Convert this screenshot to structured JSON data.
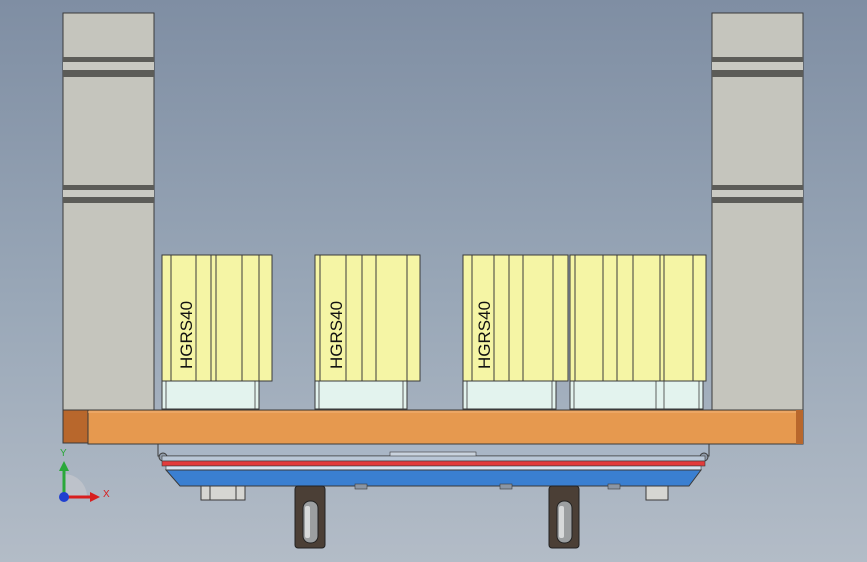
{
  "model": {
    "linear_block_label": "HGRS40"
  },
  "triad": {
    "x_label": "X",
    "y_label": "Y",
    "x_color": "#d81e1e",
    "y_color": "#2aa83a",
    "z_color": "#1f3fd0"
  },
  "colors": {
    "background_top": "#7f8ea3",
    "background_bottom": "#b3bcc7",
    "side_column": "#c5c5bd",
    "base_plate": "#e6994f",
    "linear_block": "#f5f5a5",
    "linear_block_base": "#e3f3ee",
    "carrier_red": "#e23b3b",
    "carrier_blue": "#3a7fd1"
  }
}
